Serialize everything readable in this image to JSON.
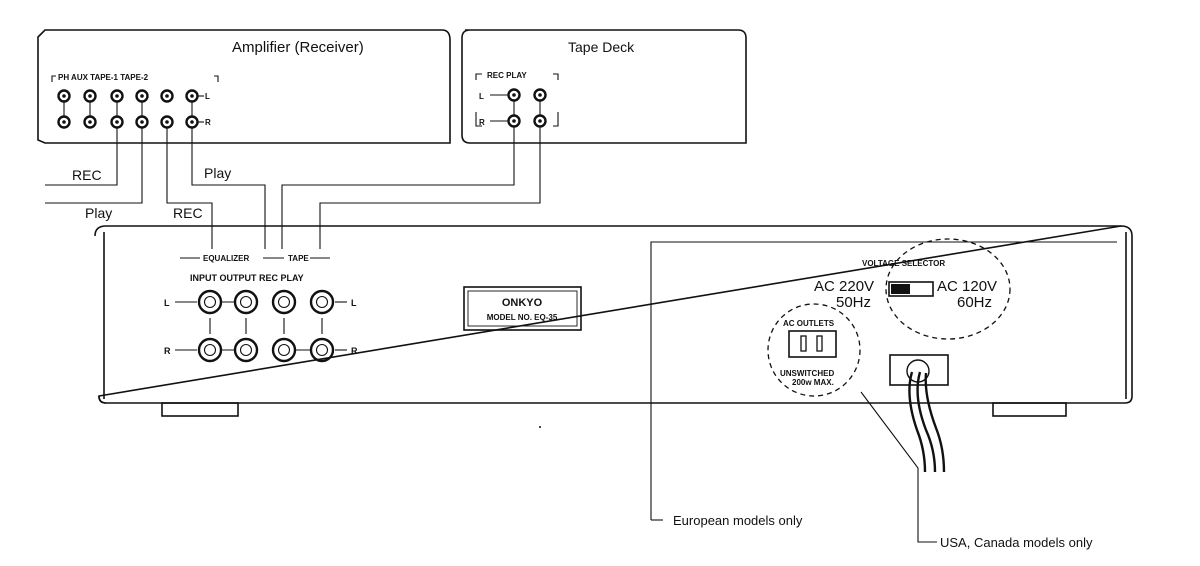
{
  "amplifier": {
    "title": "Amplifier (Receiver)",
    "jacks_label": "PH AUX TAPE-1 TAPE-2",
    "left": "L",
    "right": "R"
  },
  "tape_deck": {
    "title": "Tape Deck",
    "jacks_label": "REC PLAY",
    "left": "L",
    "right": "R"
  },
  "cables": {
    "rec_1": "REC",
    "play_1": "Play",
    "play_2": "Play",
    "rec_2": "REC"
  },
  "unit": {
    "equalizer_label": "EQUALIZER",
    "tape_label": "TAPE",
    "jack_columns": "INPUT OUTPUT REC PLAY",
    "left": "L",
    "right": "R",
    "brand": "ONKYO",
    "model": "MODEL NO. EQ-35",
    "voltage_selector": "VOLTAGE SELECTOR",
    "ac_220": "AC 220V",
    "hz_50": "50Hz",
    "ac_120": "AC 120V",
    "hz_60": "60Hz",
    "ac_outlets": "AC OUTLETS",
    "unswitched": "UNSWITCHED",
    "max_power": "200w MAX."
  },
  "notes": {
    "european": "European models only",
    "usa_canada": "USA, Canada models only"
  }
}
